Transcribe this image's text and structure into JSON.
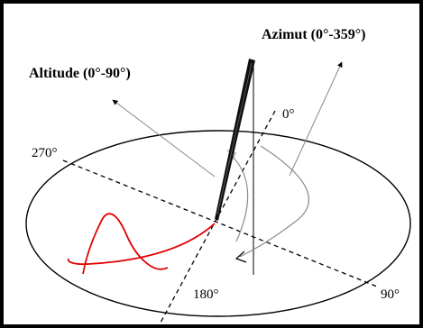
{
  "labels": {
    "azimuth": "Azimut (0°-359°)",
    "altitude": "Altitude (0°-90°)",
    "deg_0": "0°",
    "deg_90": "90°",
    "deg_180": "180°",
    "deg_270": "270°"
  },
  "colors": {
    "stroke": "#000000",
    "guide": "#8a8a8a",
    "trajectory": "#e00000"
  }
}
